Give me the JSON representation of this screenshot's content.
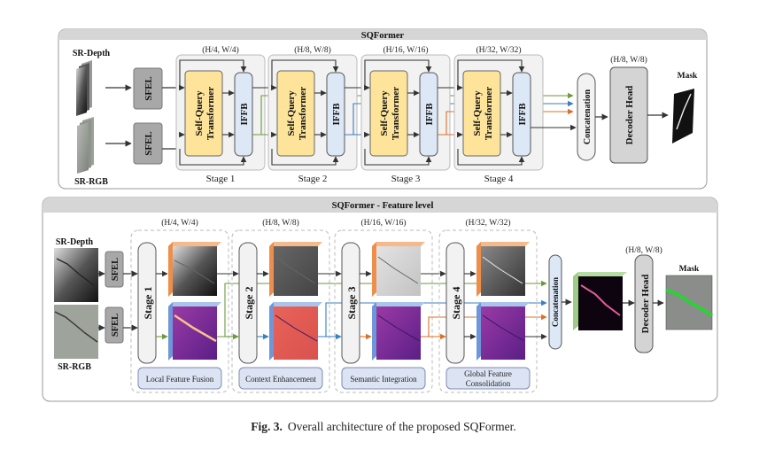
{
  "top_panel": {
    "title": "SQFormer",
    "inputs": {
      "depth_label": "SR-Depth",
      "rgb_label": "SR-RGB"
    },
    "sfel_label": "SFEL",
    "transformer_label_line1": "Self-Query",
    "transformer_label_line2": "Transformer",
    "ifb_label": "IFFB",
    "stages": [
      {
        "name": "Stage 1",
        "resolution": "(H/4, W/4)"
      },
      {
        "name": "Stage 2",
        "resolution": "(H/8, W/8)"
      },
      {
        "name": "Stage 3",
        "resolution": "(H/16, W/16)"
      },
      {
        "name": "Stage 4",
        "resolution": "(H/32, W/32)"
      }
    ],
    "concat_label": "Concatenation",
    "decoder_label": "Decoder Head",
    "decoder_resolution": "(H/8, W/8)",
    "output_label": "Mask"
  },
  "bottom_panel": {
    "title": "SQFormer - Feature level",
    "inputs": {
      "depth_label": "SR-Depth",
      "rgb_label": "SR-RGB"
    },
    "sfel_label": "SFEL",
    "stages": [
      {
        "name": "Stage 1",
        "resolution": "(H/4, W/4)",
        "description": "Local Feature Fusion"
      },
      {
        "name": "Stage 2",
        "resolution": "(H/8, W/8)",
        "description": "Context Enhancement"
      },
      {
        "name": "Stage 3",
        "resolution": "(H/16, W/16)",
        "description": "Semantic Integration"
      },
      {
        "name": "Stage 4",
        "resolution": "(H/32, W/32)",
        "description_line1": "Global Feature",
        "description_line2": "Consolidation"
      }
    ],
    "concat_label": "Concatenation",
    "decoder_label": "Decoder Head",
    "decoder_resolution": "(H/8, W/8)",
    "output_label": "Mask"
  },
  "colors": {
    "stage1_path": "#6a9a3a",
    "stage2_path": "#3a7fc0",
    "stage3_path": "#d9702a",
    "stage4_path": "#444444",
    "transformer_fill": "#fde49a",
    "ifb_fill": "#dce8f5",
    "panel_header": "#d6d6d6"
  },
  "caption": {
    "label": "Fig. 3.",
    "text": "Overall architecture of the proposed SQFormer."
  }
}
